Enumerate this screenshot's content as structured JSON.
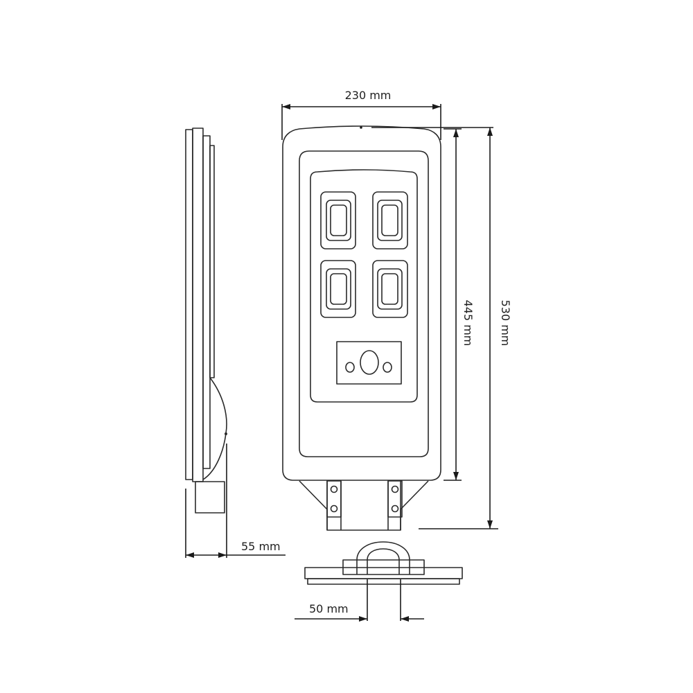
{
  "dimensions": {
    "width_label": "230 mm",
    "height_label": "530 mm",
    "panel_height_label": "445 mm",
    "depth_label": "55 mm",
    "mount_label": "50 mm"
  },
  "colors": {
    "line": "#2a2a2a",
    "text": "#1f1f1f",
    "background": "#ffffff"
  }
}
